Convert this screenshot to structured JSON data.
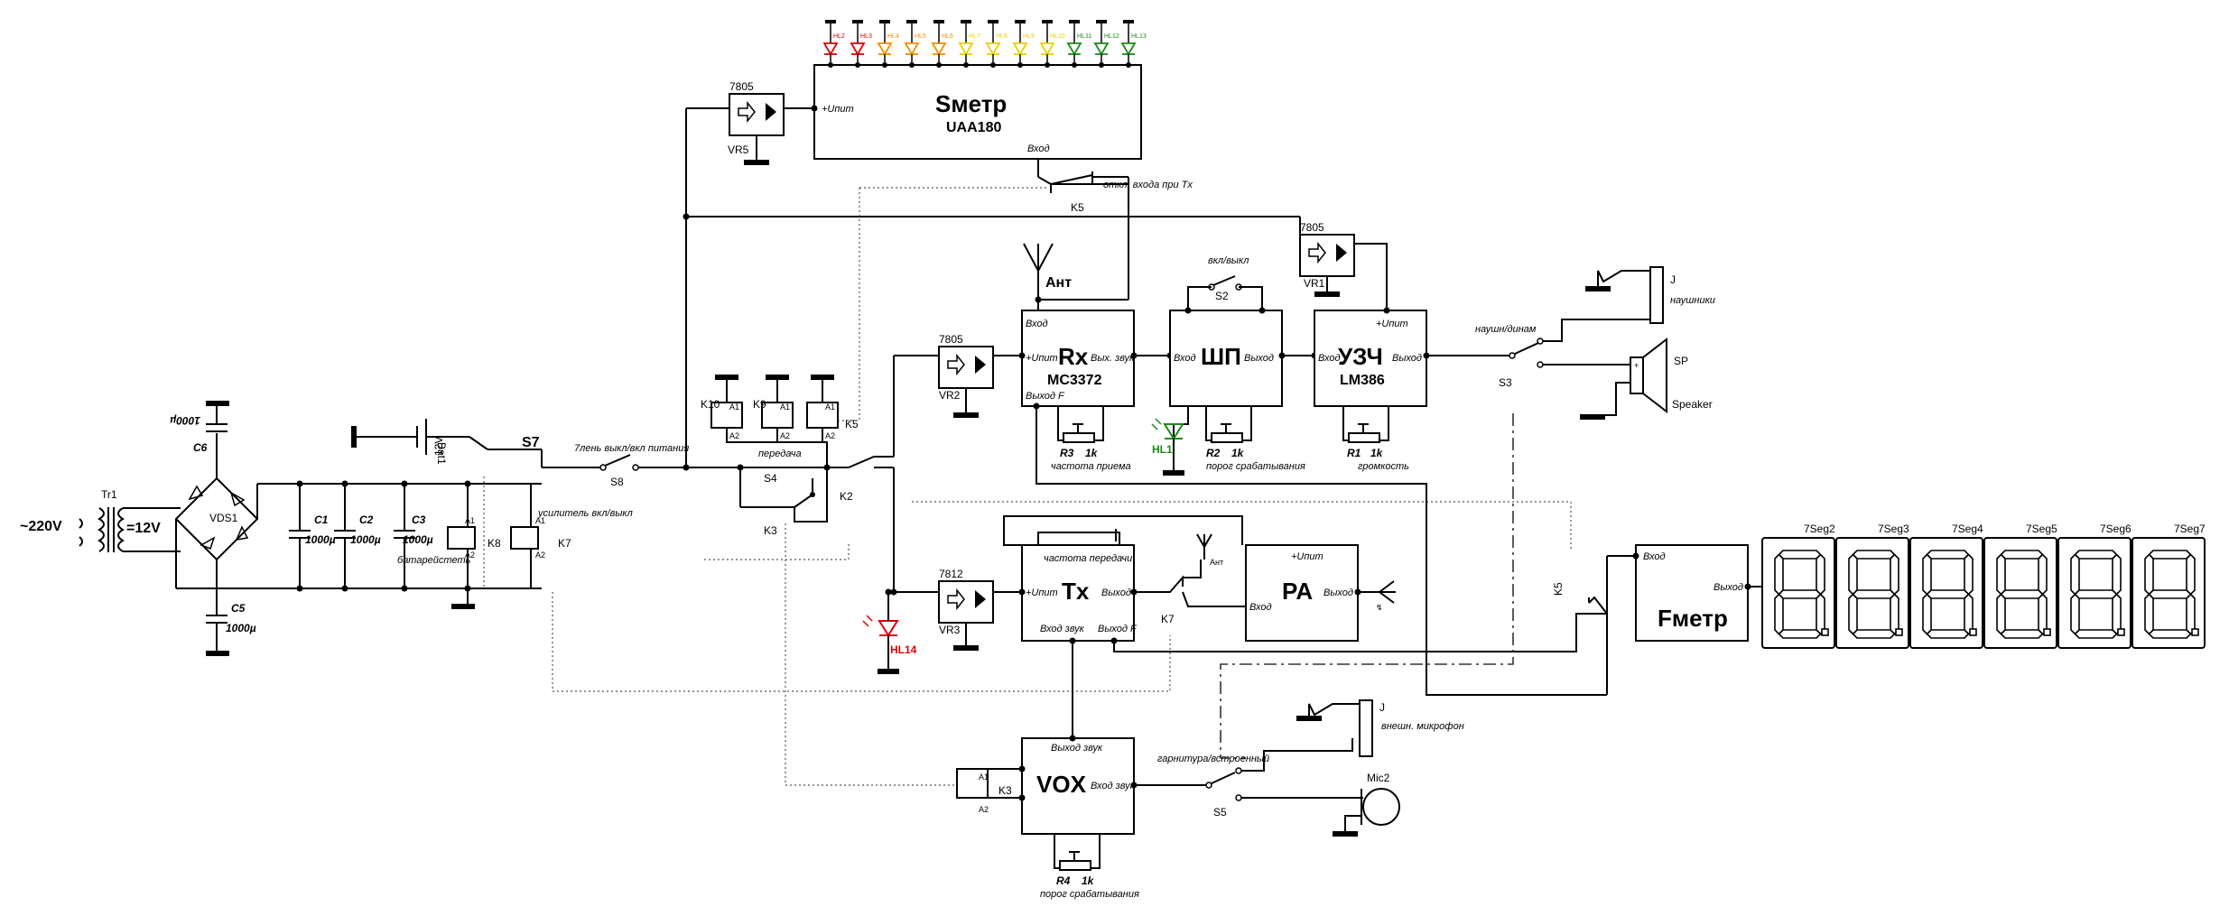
{
  "colors": {
    "line": "#000000",
    "led_red": "#e00000",
    "led_orange": "#f28c00",
    "led_yellow": "#e8d000",
    "led_green": "#1a8a1a"
  },
  "source": {
    "mains": "~220V",
    "transformer": "Tr1",
    "secondary": "=12V",
    "bridge": "VDS1"
  },
  "caps": [
    {
      "name": "C1",
      "value": "1000µ"
    },
    {
      "name": "C2",
      "value": "1000µ"
    },
    {
      "name": "C3",
      "value": "1000µ"
    },
    {
      "name": "C5",
      "value": "1000µ"
    },
    {
      "name": "C6",
      "value": "1000µ"
    }
  ],
  "battery": {
    "name": "Bat1",
    "value": "12V",
    "note": "батарейстеть"
  },
  "switches": {
    "s7": "S7",
    "s8": "S8",
    "s8_note": "7лень выкл/вкл питания",
    "s4": "S4",
    "s4_note": "передача",
    "s2": "S2",
    "s2_note": "вкл/выкл",
    "s3": "S3",
    "s3_note": "наушн/динам",
    "s5": "S5",
    "s5_note": "гарнитура/встроенный"
  },
  "relays": {
    "k10": "K10",
    "k9": "K9",
    "k5": "K5",
    "k8": "K8",
    "k7": "K7",
    "k3": "K3",
    "k2": "K2",
    "k7_note": "усилитель вкл/выкл",
    "k5_note": "откл. входа при Tx",
    "a1": "A1",
    "a2": "A2"
  },
  "regulators": [
    {
      "id": "VR5",
      "type": "7805"
    },
    {
      "id": "VR1",
      "type": "7805"
    },
    {
      "id": "VR2",
      "type": "7805"
    },
    {
      "id": "VR3",
      "type": "7812"
    }
  ],
  "smeter": {
    "title": "Sметр",
    "chip": "UAA180",
    "in_pin": "Вход",
    "pwr_pin": "+Uпит"
  },
  "leds": [
    "HL2",
    "HL3",
    "HL4",
    "HL5",
    "HL6",
    "HL7",
    "HL8",
    "HL9",
    "HL10",
    "HL11",
    "HL12",
    "HL13"
  ],
  "rx": {
    "title": "Rx",
    "chip": "MC3372",
    "pin_in": "Вход",
    "pin_pwr": "+Uпит",
    "pin_out": "Вых. звук",
    "pin_f": "Выход F",
    "r": "R3",
    "r_val": "1k",
    "r_note": "частота приема"
  },
  "antenna": "Ант",
  "squelch": {
    "title": "ШП",
    "pin_in": "Вход",
    "pin_out": "Выход",
    "led": "HL1",
    "r": "R2",
    "r_val": "1k",
    "r_note": "порог срабатывания"
  },
  "amp": {
    "title": "УЗЧ",
    "chip": "LM386",
    "pin_in": "Вход",
    "pin_pwr": "+Uпит",
    "pin_out": "Выход",
    "r": "R1",
    "r_val": "1k",
    "r_note": "громкость"
  },
  "outputs": {
    "j_phone": "J",
    "j_phone_note": "наушники",
    "speaker": "SP",
    "speaker_word": "Speaker"
  },
  "tx": {
    "title": "Tx",
    "pin_pwr": "+Uпит",
    "pin_out": "Выход",
    "pin_audio": "Вход звук",
    "pin_f": "Выход F",
    "note": "частота передачи",
    "led": "HL14"
  },
  "pa": {
    "title": "PA",
    "pin_pwr": "+Uпит",
    "pin_in": "Вход",
    "pin_out": "Выход",
    "ant": "Ант"
  },
  "vox": {
    "title": "VOX",
    "pin_out": "Выход звук",
    "pin_in": "Вход звук",
    "r": "R4",
    "r_val": "1k",
    "r_note": "порог срабатывания"
  },
  "mic": {
    "j": "J",
    "j_note": "внешн. микрофон",
    "mic": "Mic2"
  },
  "fmeter": {
    "title": "Fметр",
    "pin_in": "Вход",
    "pin_out": "Выход",
    "relay": "K5"
  },
  "display": {
    "labels": [
      "7Seg2",
      "7Seg3",
      "7Seg4",
      "7Seg5",
      "7Seg6",
      "7Seg7"
    ]
  }
}
